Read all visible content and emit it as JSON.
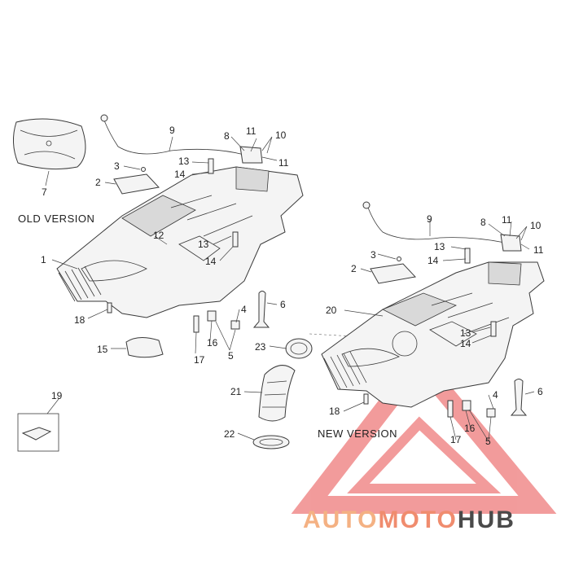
{
  "labels": {
    "old_version": "OLD  VERSION",
    "new_version": "NEW VERSION",
    "old": {
      "p1": "1",
      "p2": "2",
      "p3": "3",
      "p4": "4",
      "p5": "5",
      "p6": "6",
      "p7": "7",
      "p8": "8",
      "p9": "9",
      "p10": "10",
      "p11a": "11",
      "p11b": "11",
      "p12": "12",
      "p13a": "13",
      "p13b": "13",
      "p14a": "14",
      "p14b": "14",
      "p15": "15",
      "p16": "16",
      "p17": "17",
      "p18": "18",
      "p19": "19"
    },
    "mid": {
      "p21": "21",
      "p22": "22",
      "p23": "23"
    },
    "new": {
      "p2": "2",
      "p3": "3",
      "p4": "4",
      "p5": "5",
      "p6": "6",
      "p8": "8",
      "p9": "9",
      "p10": "10",
      "p11a": "11",
      "p11b": "11",
      "p13a": "13",
      "p13b": "13",
      "p14a": "14",
      "p14b": "14",
      "p16": "16",
      "p17": "17",
      "p18": "18",
      "p20": "20"
    }
  },
  "watermark": {
    "part1": "AUTO",
    "part2": "MOTO",
    "part3": "HUB",
    "color_auto": "#f4b183",
    "color_moto": "#f08c6e",
    "color_hub": "#4a4a4a",
    "triangle_color": "#e84a4a"
  }
}
